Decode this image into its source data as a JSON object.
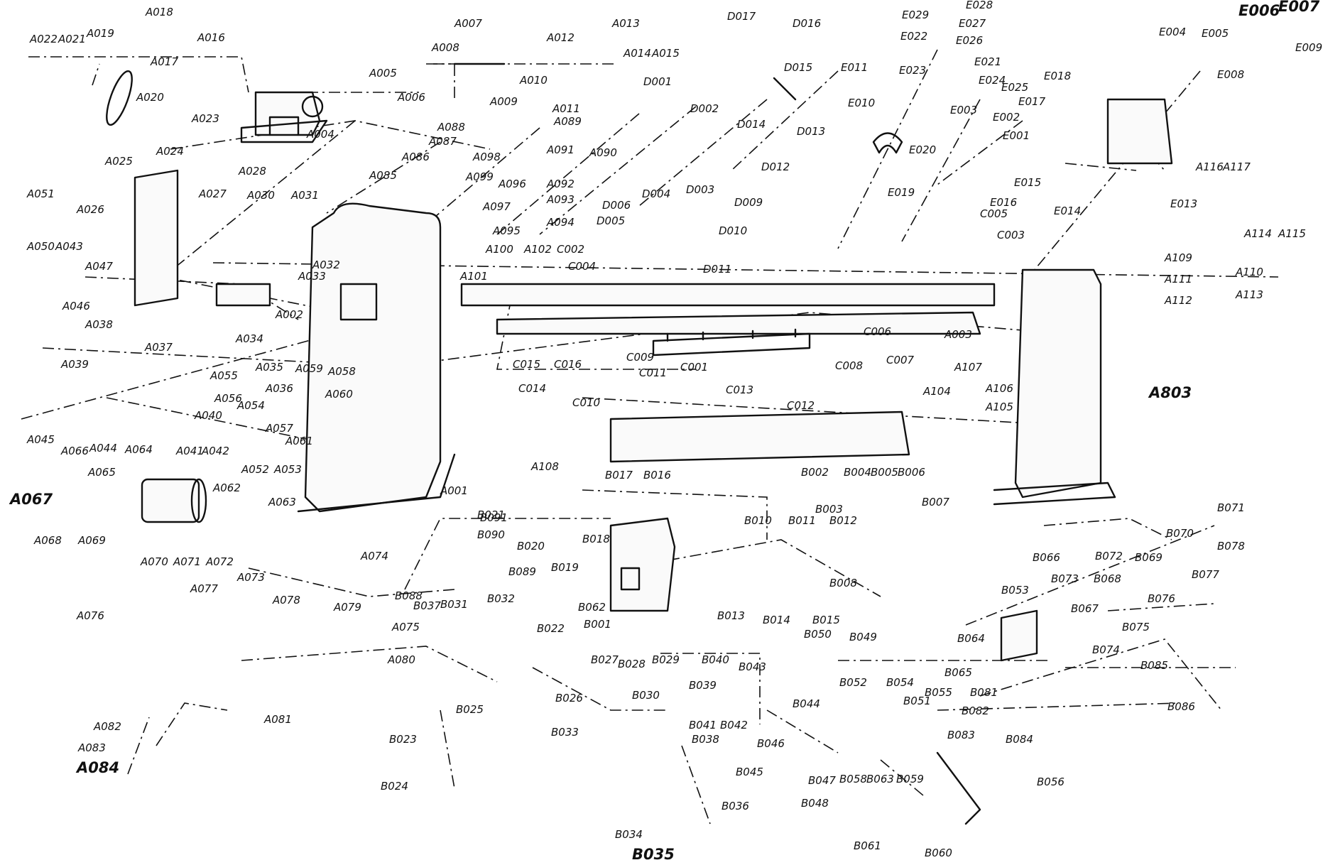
{
  "diagram": {
    "style": "exploded parts diagram, black ink on white",
    "ink": "#111111",
    "paper": "#ffffff",
    "labels": [
      "A022",
      "A021",
      "A019",
      "A018",
      "A017",
      "A016",
      "A020",
      "A005",
      "A006",
      "A004",
      "A023",
      "A024",
      "A007",
      "A008",
      "A012",
      "A013",
      "A014",
      "A015",
      "A009",
      "A010",
      "A011",
      "A089",
      "A088",
      "A087",
      "A086",
      "A085",
      "A090",
      "A091",
      "A092",
      "A093",
      "A094",
      "A095",
      "A096",
      "A097",
      "A098",
      "A099",
      "A025",
      "A026",
      "A027",
      "A028",
      "A030",
      "A031",
      "A051",
      "A050",
      "A043",
      "A047",
      "A046",
      "A032",
      "A033",
      "A002",
      "A038",
      "A039",
      "A037",
      "A034",
      "A035",
      "A036",
      "A055",
      "A056",
      "A057",
      "A058",
      "A059",
      "A060",
      "A061",
      "A054",
      "A045",
      "A044",
      "A041",
      "A042",
      "A040",
      "A052",
      "A053",
      "A066",
      "A064",
      "A065",
      "A067",
      "A068",
      "A069",
      "A062",
      "A063",
      "A070",
      "A071",
      "A072",
      "A073",
      "A074",
      "A076",
      "A077",
      "A078",
      "A079",
      "A075",
      "A080",
      "A081",
      "A082",
      "A083",
      "A084",
      "A001",
      "A003",
      "A100",
      "A101",
      "A102",
      "A104",
      "A105",
      "A106",
      "A107",
      "A108",
      "A109",
      "A110",
      "A111",
      "A112",
      "A113",
      "A114",
      "A115",
      "A116",
      "A117",
      "A803",
      "B001",
      "B002",
      "B003",
      "B004",
      "B005",
      "B006",
      "B007",
      "B008",
      "B010",
      "B011",
      "B012",
      "B013",
      "B014",
      "B015",
      "B016",
      "B017",
      "B018",
      "B019",
      "B020",
      "B021",
      "B022",
      "B023",
      "B024",
      "B025",
      "B026",
      "B027",
      "B028",
      "B029",
      "B030",
      "B031",
      "B032",
      "B033",
      "B034",
      "B035",
      "B036",
      "B037",
      "B038",
      "B039",
      "B040",
      "B041",
      "B042",
      "B043",
      "B044",
      "B045",
      "B046",
      "B047",
      "B048",
      "B049",
      "B050",
      "B051",
      "B052",
      "B053",
      "B054",
      "B055",
      "B056",
      "B058",
      "B059",
      "B060",
      "B061",
      "B062",
      "B063",
      "B064",
      "B065",
      "B066",
      "B067",
      "B068",
      "B069",
      "B070",
      "B071",
      "B072",
      "B073",
      "B074",
      "B075",
      "B076",
      "B077",
      "B078",
      "B081",
      "B082",
      "B083",
      "B084",
      "B085",
      "B086",
      "B088",
      "B089",
      "B090",
      "B091",
      "C001",
      "C002",
      "C003",
      "C004",
      "C005",
      "C006",
      "C007",
      "C008",
      "C009",
      "C010",
      "C011",
      "C012",
      "C013",
      "C014",
      "C015",
      "C016",
      "D001",
      "D002",
      "D003",
      "D004",
      "D005",
      "D006",
      "D009",
      "D010",
      "D011",
      "D012",
      "D013",
      "D014",
      "D015",
      "D016",
      "D017",
      "E001",
      "E002",
      "E003",
      "E004",
      "E005",
      "E006",
      "E007",
      "E008",
      "E009",
      "E010",
      "E011",
      "E013",
      "E014",
      "E015",
      "E016",
      "E017",
      "E018",
      "E019",
      "E020",
      "E021",
      "E022",
      "E023",
      "E024",
      "E025",
      "E026",
      "E027",
      "E028",
      "E029"
    ],
    "label_text": {
      "A022": "A022",
      "A021": "A021",
      "A019": "A019",
      "A018": "A018",
      "A017": "A017",
      "A016": "A016",
      "A020": "A020",
      "A005": "A005",
      "A006": "A006",
      "A004": "A004",
      "A023": "A023",
      "A024": "A024",
      "A007": "A007",
      "A008": "A008",
      "A012": "A012",
      "A013": "A013",
      "A014": "A014",
      "A015": "A015",
      "A009": "A009",
      "A010": "A010",
      "A011": "A011",
      "A089": "A089",
      "A088": "A088",
      "A087": "A087",
      "A086": "A086",
      "A085": "A085",
      "A090": "A090",
      "A091": "A091",
      "A092": "A092",
      "A093": "A093",
      "A094": "A094",
      "A095": "A095",
      "A096": "A096",
      "A097": "A097",
      "A098": "A098",
      "A099": "A099",
      "A025": "A025",
      "A026": "A026",
      "A027": "A027",
      "A028": "A028",
      "A030": "A030",
      "A031": "A031",
      "A051": "A051",
      "A050": "A050",
      "A043": "A043",
      "A047": "A047",
      "A046": "A046",
      "A032": "A032",
      "A033": "A033",
      "A002": "A002",
      "A038": "A038",
      "A039": "A039",
      "A037": "A037",
      "A034": "A034",
      "A035": "A035",
      "A036": "A036",
      "A055": "A055",
      "A056": "A056",
      "A057": "A057",
      "A058": "A058",
      "A059": "A059",
      "A060": "A060",
      "A061": "A061",
      "A054": "A054",
      "A045": "A045",
      "A044": "A044",
      "A041": "A041",
      "A042": "A042",
      "A040": "A040",
      "A052": "A052",
      "A053": "A053",
      "A066": "A066",
      "A064": "A064",
      "A065": "A065",
      "A067": "A067",
      "A068": "A068",
      "A069": "A069",
      "A062": "A062",
      "A063": "A063",
      "A070": "A070",
      "A071": "A071",
      "A072": "A072",
      "A073": "A073",
      "A074": "A074",
      "A076": "A076",
      "A077": "A077",
      "A078": "A078",
      "A079": "A079",
      "A075": "A075",
      "A080": "A080",
      "A081": "A081",
      "A082": "A082",
      "A083": "A083",
      "A084": "A084",
      "A001": "A001",
      "A003": "A003",
      "A100": "A100",
      "A101": "A101",
      "A102": "A102",
      "A104": "A104",
      "A105": "A105",
      "A106": "A106",
      "A107": "A107",
      "A108": "A108",
      "A109": "A109",
      "A110": "A110",
      "A111": "A111",
      "A112": "A112",
      "A113": "A113",
      "A114": "A114",
      "A115": "A115",
      "A116": "A116",
      "A117": "A117",
      "A803": "A803",
      "B001": "B001",
      "B002": "B002",
      "B003": "B003",
      "B004": "B004",
      "B005": "B005",
      "B006": "B006",
      "B007": "B007",
      "B008": "B008",
      "B010": "B010",
      "B011": "B011",
      "B012": "B012",
      "B013": "B013",
      "B014": "B014",
      "B015": "B015",
      "B016": "B016",
      "B017": "B017",
      "B018": "B018",
      "B019": "B019",
      "B020": "B020",
      "B021": "B021",
      "B022": "B022",
      "B023": "B023",
      "B024": "B024",
      "B025": "B025",
      "B026": "B026",
      "B027": "B027",
      "B028": "B028",
      "B029": "B029",
      "B030": "B030",
      "B031": "B031",
      "B032": "B032",
      "B033": "B033",
      "B034": "B034",
      "B035": "B035",
      "B036": "B036",
      "B037": "B037",
      "B038": "B038",
      "B039": "B039",
      "B040": "B040",
      "B041": "B041",
      "B042": "B042",
      "B043": "B043",
      "B044": "B044",
      "B045": "B045",
      "B046": "B046",
      "B047": "B047",
      "B048": "B048",
      "B049": "B049",
      "B050": "B050",
      "B051": "B051",
      "B052": "B052",
      "B053": "B053",
      "B054": "B054",
      "B055": "B055",
      "B056": "B056",
      "B058": "B058",
      "B059": "B059",
      "B060": "B060",
      "B061": "B061",
      "B062": "B062",
      "B063": "B063",
      "B064": "B064",
      "B065": "B065",
      "B066": "B066",
      "B067": "B067",
      "B068": "B068",
      "B069": "B069",
      "B070": "B070",
      "B071": "B071",
      "B072": "B072",
      "B073": "B073",
      "B074": "B074",
      "B075": "B075",
      "B076": "B076",
      "B077": "B077",
      "B078": "B078",
      "B081": "B081",
      "B082": "B082",
      "B083": "B083",
      "B084": "B084",
      "B085": "B085",
      "B086": "B086",
      "B088": "B088",
      "B089": "B089",
      "B090": "B090",
      "B091": "B091",
      "C001": "C001",
      "C002": "C002",
      "C003": "C003",
      "C004": "C004",
      "C005": "C005",
      "C006": "C006",
      "C007": "C007",
      "C008": "C008",
      "C009": "C009",
      "C010": "C010",
      "C011": "C011",
      "C012": "C012",
      "C013": "C013",
      "C014": "C014",
      "C015": "C015",
      "C016": "C016",
      "D001": "D001",
      "D002": "D002",
      "D003": "D003",
      "D004": "D004",
      "D005": "D005",
      "D006": "D006",
      "D009": "D009",
      "D010": "D010",
      "D011": "D011",
      "D012": "D012",
      "D013": "D013",
      "D014": "D014",
      "D015": "D015",
      "D016": "D016",
      "D017": "D017",
      "E001": "E001",
      "E002": "E002",
      "E003": "E003",
      "E004": "E004",
      "E005": "E005",
      "E006": "E006",
      "E007": "E007",
      "E008": "E008",
      "E009": "E009",
      "E010": "E010",
      "E011": "E011",
      "E013": "E013",
      "E014": "E014",
      "E015": "E015",
      "E016": "E016",
      "E017": "E017",
      "E018": "E018",
      "E019": "E019",
      "E020": "E020",
      "E021": "E021",
      "E022": "E022",
      "E023": "E023",
      "E024": "E024",
      "E025": "E025",
      "E026": "E026",
      "E027": "E027",
      "E028": "E028",
      "E029": "E029"
    }
  }
}
